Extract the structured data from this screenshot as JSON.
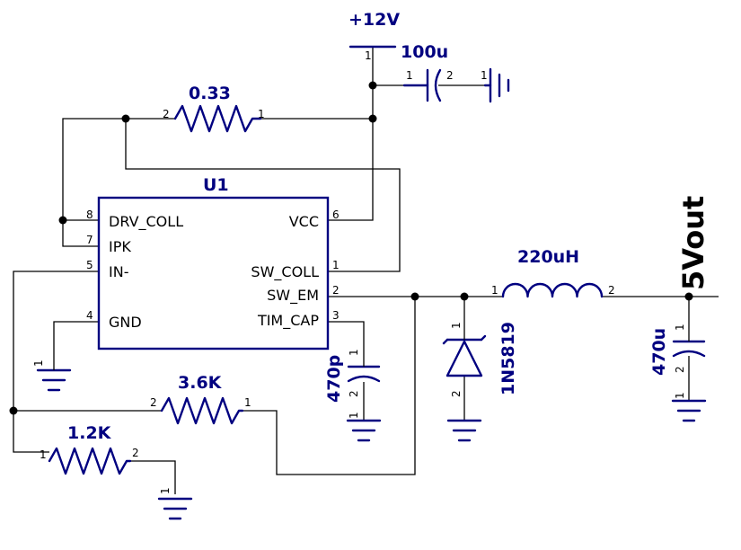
{
  "supply": {
    "label": "+12V"
  },
  "output": {
    "label": "5Vout"
  },
  "ic": {
    "refdes": "U1",
    "pins": [
      {
        "name": "DRV_COLL",
        "num": "8"
      },
      {
        "name": "IPK",
        "num": "7"
      },
      {
        "name": "IN-",
        "num": "5"
      },
      {
        "name": "GND",
        "num": "4"
      },
      {
        "name": "VCC",
        "num": "6"
      },
      {
        "name": "SW_COLL",
        "num": "1"
      },
      {
        "name": "SW_EM",
        "num": "2"
      },
      {
        "name": "TIM_CAP",
        "num": "3"
      }
    ]
  },
  "components": {
    "r_sense": "0.33",
    "r_top": "3.6K",
    "r_bottom": "1.2K",
    "c_in": "100u",
    "c_timing": "470p",
    "c_out": "470u",
    "inductor": "220uH",
    "diode": "1N5819"
  },
  "pin_numbers": {
    "one": "1",
    "two": "2"
  },
  "colors": {
    "symbol": "#000080",
    "wire": "#000000",
    "text": "#000000"
  }
}
